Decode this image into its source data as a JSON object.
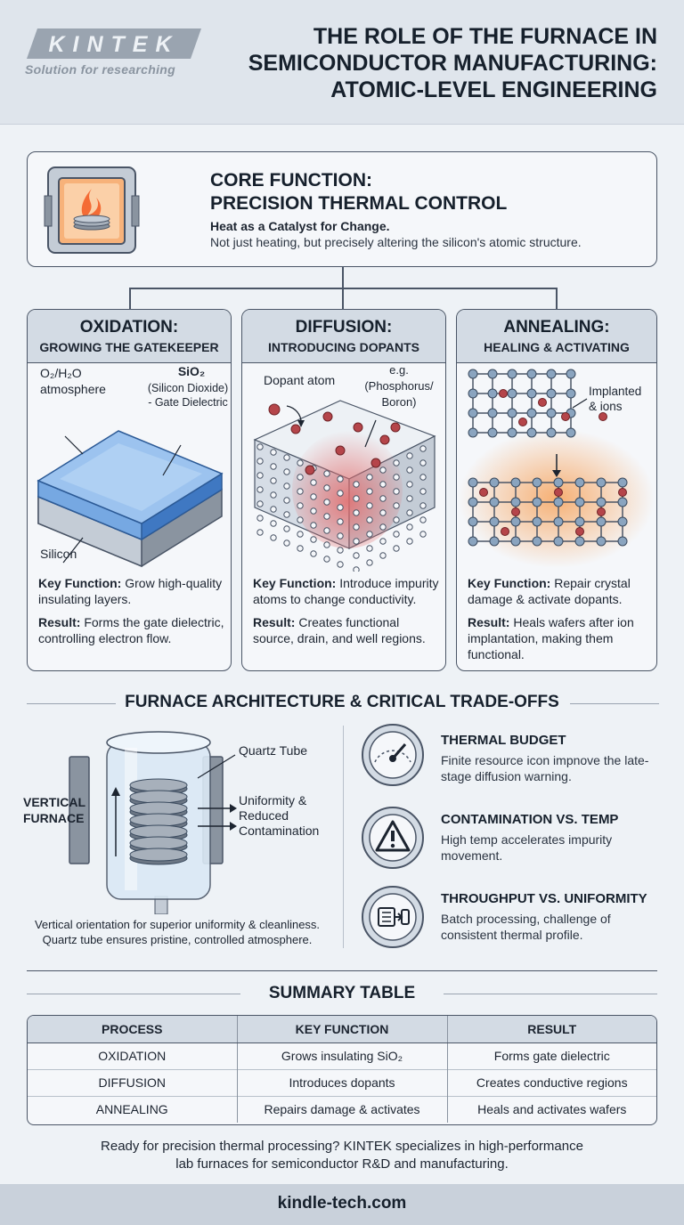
{
  "header": {
    "logo_text": "KINTEK",
    "logo_tagline": "Solution for researching",
    "title_line1": "THE ROLE OF THE FURNACE IN",
    "title_line2": "SEMICONDUCTOR MANUFACTURING:",
    "title_line3": "ATOMIC-LEVEL ENGINEERING"
  },
  "core": {
    "title_line1": "CORE FUNCTION:",
    "title_line2": "PRECISION THERMAL CONTROL",
    "subtitle": "Heat as a Catalyst for Change.",
    "description": "Not just heating, but precisely altering the silicon's atomic structure."
  },
  "processes": [
    {
      "title": "OXIDATION:",
      "subtitle": "GROWING THE GATEKEEPER",
      "labels": {
        "atmosphere_l1": "O₂/H₂O",
        "atmosphere_l2": "atmosphere",
        "oxide_l1": "SiO₂",
        "oxide_l2": "(Silicon Dioxide)",
        "oxide_l3": "- Gate Dielectric",
        "substrate": "Silicon"
      },
      "key_label": "Key Function:",
      "key_text": " Grow high-quality insulating layers.",
      "result_label": "Result:",
      "result_text": " Forms the gate dielectric, controlling electron flow."
    },
    {
      "title": "DIFFUSION:",
      "subtitle": "INTRODUCING DOPANTS",
      "labels": {
        "dopant": "Dopant atom",
        "eg_l1": "e.g.",
        "eg_l2": "(Phosphorus/",
        "eg_l3": "Boron)"
      },
      "key_label": "Key Function:",
      "key_text": " Introduce impurity atoms to change conductivity.",
      "result_label": "Result:",
      "result_text": " Creates functional source, drain, and well regions."
    },
    {
      "title": "ANNEALING:",
      "subtitle": "HEALING & ACTIVATING",
      "labels": {
        "implanted_l1": "Implanted",
        "implanted_l2": "& ions"
      },
      "key_label": "Key Function:",
      "key_text": " Repair crystal damage & activate dopants.",
      "result_label": "Result:",
      "result_text": " Heals wafers after ion implantation, making them functional."
    }
  ],
  "architecture": {
    "section_title": "FURNACE ARCHITECTURE & CRITICAL TRADE-OFFS",
    "vertical_l1": "VERTICAL",
    "vertical_l2": "FURNACE",
    "quartz": "Quartz Tube",
    "uniform_l1": "Uniformity &",
    "uniform_l2": "Reduced",
    "uniform_l3": "Contamination",
    "caption_l1": "Vertical orientation for superior uniformity & cleanliness.",
    "caption_l2": "Quartz tube ensures pristine, controlled atmosphere."
  },
  "tradeoffs": [
    {
      "title": "THERMAL BUDGET",
      "desc": "Finite resource icon impnove the late-stage diffusion warning.",
      "icon": "gauge-icon"
    },
    {
      "title": "CONTAMINATION VS. TEMP",
      "desc": "High temp accelerates impurity movement.",
      "icon": "warning-triangle-icon"
    },
    {
      "title": "THROUGHPUT VS. UNIFORMITY",
      "desc": "Batch processing, challenge of consistent thermal profile.",
      "icon": "wafer-stack-icon"
    }
  ],
  "summary": {
    "section_title": "SUMMARY TABLE",
    "headers": [
      "PROCESS",
      "KEY FUNCTION",
      "RESULT"
    ],
    "rows": [
      [
        "OXIDATION",
        "Grows insulating SiO₂",
        "Forms gate dielectric"
      ],
      [
        "DIFFUSION",
        "Introduces dopants",
        "Creates conductive regions"
      ],
      [
        "ANNEALING",
        "Repairs damage & activates",
        "Heals and activates wafers"
      ]
    ]
  },
  "footer": {
    "text_l1": "Ready for precision thermal processing? KINTEK specializes in high-performance",
    "text_l2": "lab furnaces for semiconductor R&D and manufacturing.",
    "url": "kindle-tech.com"
  },
  "colors": {
    "accent_dark": "#4a5566",
    "header_bg": "#dfe5ec",
    "oxide_blue": "#5b93d6",
    "dopant_red": "#b5454a",
    "anneal_orange": "#f7a35c"
  }
}
